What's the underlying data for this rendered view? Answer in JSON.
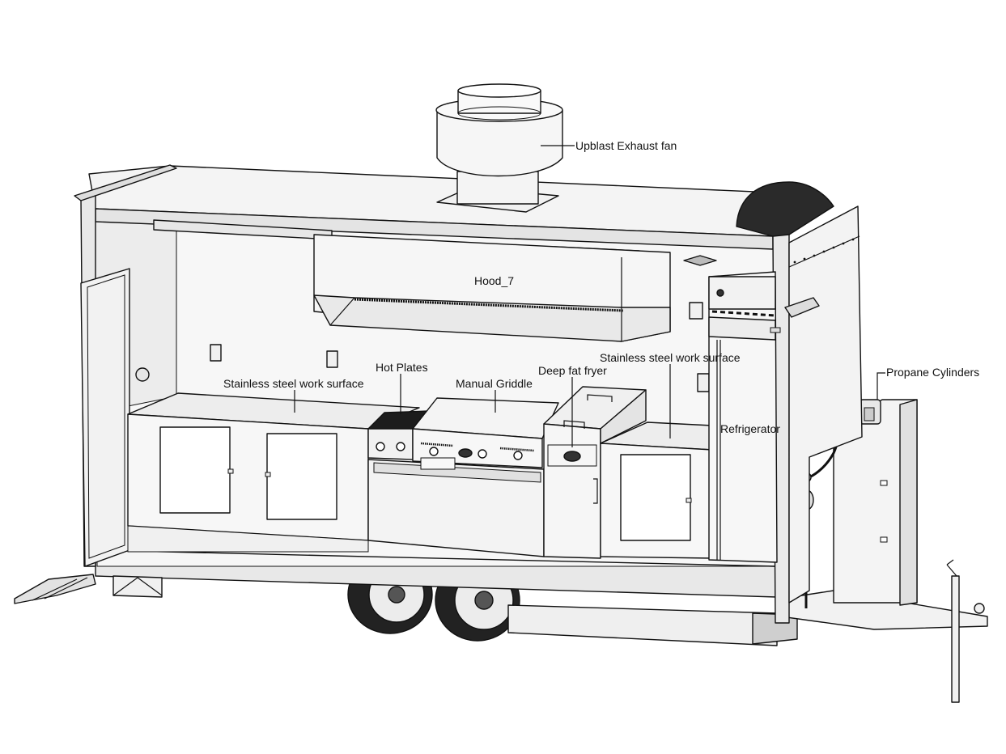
{
  "labels": {
    "exhaust_fan": "Upblast Exhaust fan",
    "hood": "Hood_7",
    "hot_plates": "Hot Plates",
    "manual_griddle": "Manual Griddle",
    "deep_fat_fryer": "Deep fat fryer",
    "work_surface_left": "Stainless steel work surface",
    "work_surface_right": "Stainless steel work surface",
    "refrigerator": "Refrigerator",
    "propane_cylinders": "Propane Cylinders"
  },
  "colors": {
    "outline": "#111111",
    "panel_light": "#f4f4f4",
    "panel_mid": "#e6e6e6",
    "panel_shade": "#d2d2d2",
    "tire": "#222222",
    "awning": "#2a2a2a"
  }
}
